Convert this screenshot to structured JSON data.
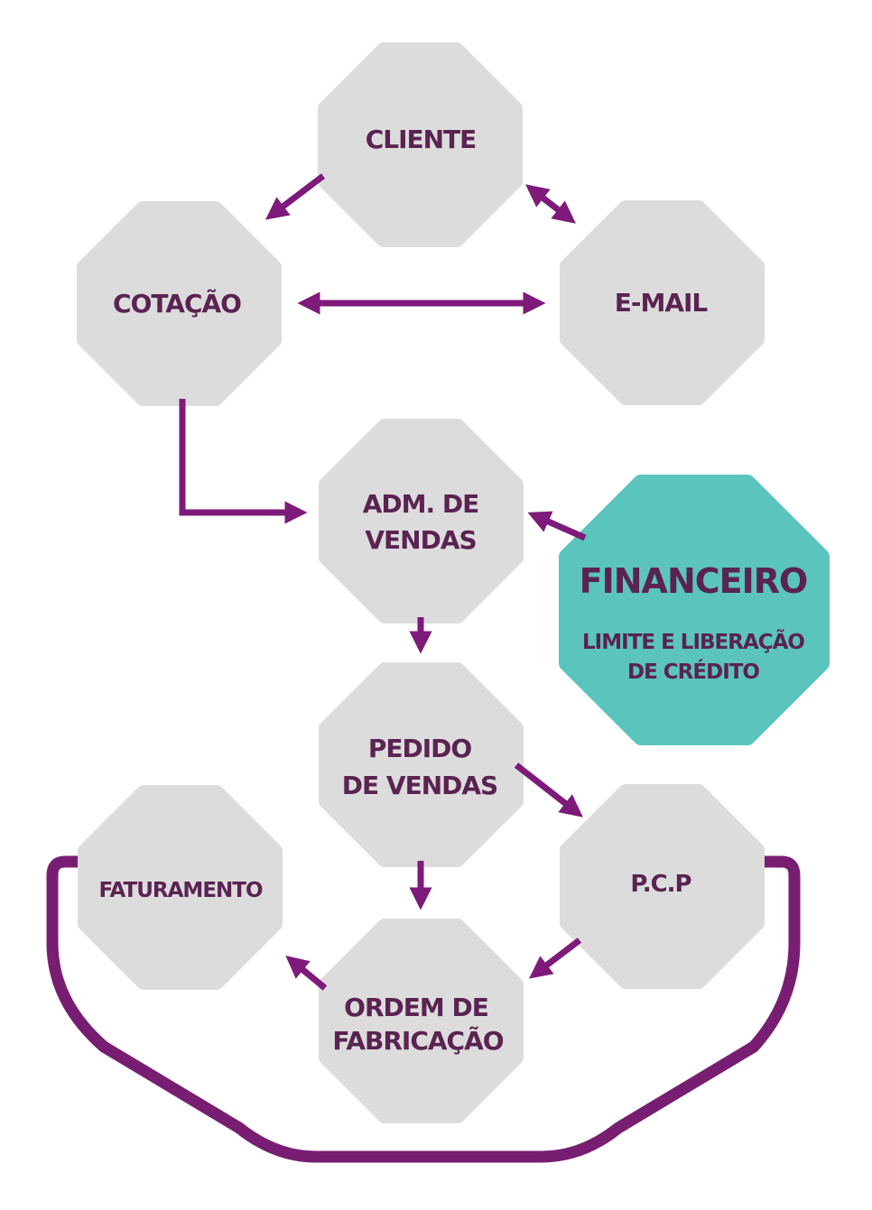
{
  "colors": {
    "node_fill": "#dcdcdc",
    "highlight_fill": "#5bc4bd",
    "text": "#5a2351",
    "arrow": "#7d1a7a",
    "loop": "#781e72"
  },
  "nodes": {
    "cliente": {
      "lines": [
        "CLIENTE"
      ]
    },
    "cotacao": {
      "lines": [
        "COTAÇÃO"
      ]
    },
    "email": {
      "lines": [
        "E-MAIL"
      ]
    },
    "adm_vendas": {
      "lines": [
        "ADM. DE",
        "VENDAS"
      ]
    },
    "financeiro": {
      "title": "FINANCEIRO",
      "lines": [
        "LIMITE E LIBERAÇÃO",
        "DE CRÉDITO"
      ]
    },
    "pedido_vendas": {
      "lines": [
        "PEDIDO",
        "DE VENDAS"
      ]
    },
    "faturamento": {
      "lines": [
        "FATURAMENTO"
      ]
    },
    "pcp": {
      "lines": [
        "P.C.P"
      ]
    },
    "ordem_fabricacao": {
      "lines": [
        "ORDEM DE",
        "FABRICAÇÃO"
      ]
    }
  }
}
